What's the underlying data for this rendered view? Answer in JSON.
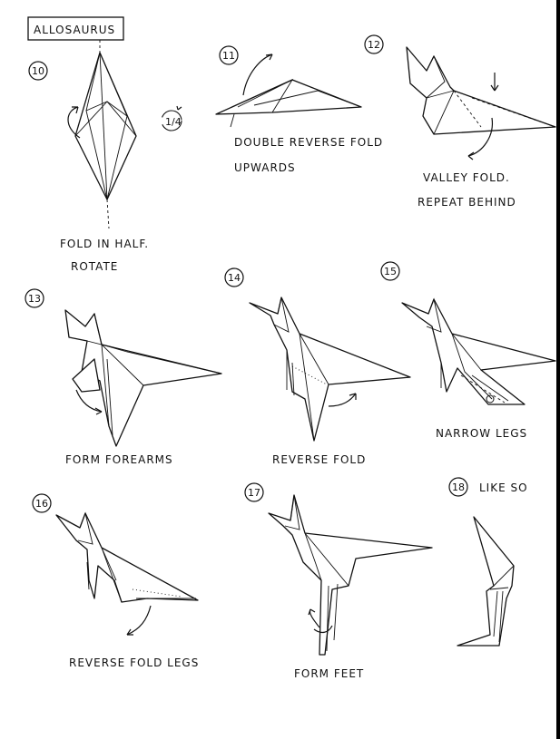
{
  "title": "ALLOSAURUS",
  "steps": [
    {
      "number": "10",
      "caption_line1": "FOLD IN HALF.",
      "caption_line2": "ROTATE",
      "rotate_label": "1/4"
    },
    {
      "number": "11",
      "caption_line1": "DOUBLE REVERSE FOLD",
      "caption_line2": "UPWARDS"
    },
    {
      "number": "12",
      "caption_line1": "VALLEY FOLD.",
      "caption_line2": "REPEAT BEHIND"
    },
    {
      "number": "13",
      "caption_line1": "FORM FOREARMS"
    },
    {
      "number": "14",
      "caption_line1": "REVERSE FOLD"
    },
    {
      "number": "15",
      "caption_line1": "NARROW LEGS"
    },
    {
      "number": "16",
      "caption_line1": "REVERSE FOLD LEGS"
    },
    {
      "number": "17",
      "caption_line1": "FORM FEET"
    },
    {
      "number": "18",
      "caption_line1": "LIKE SO"
    }
  ]
}
